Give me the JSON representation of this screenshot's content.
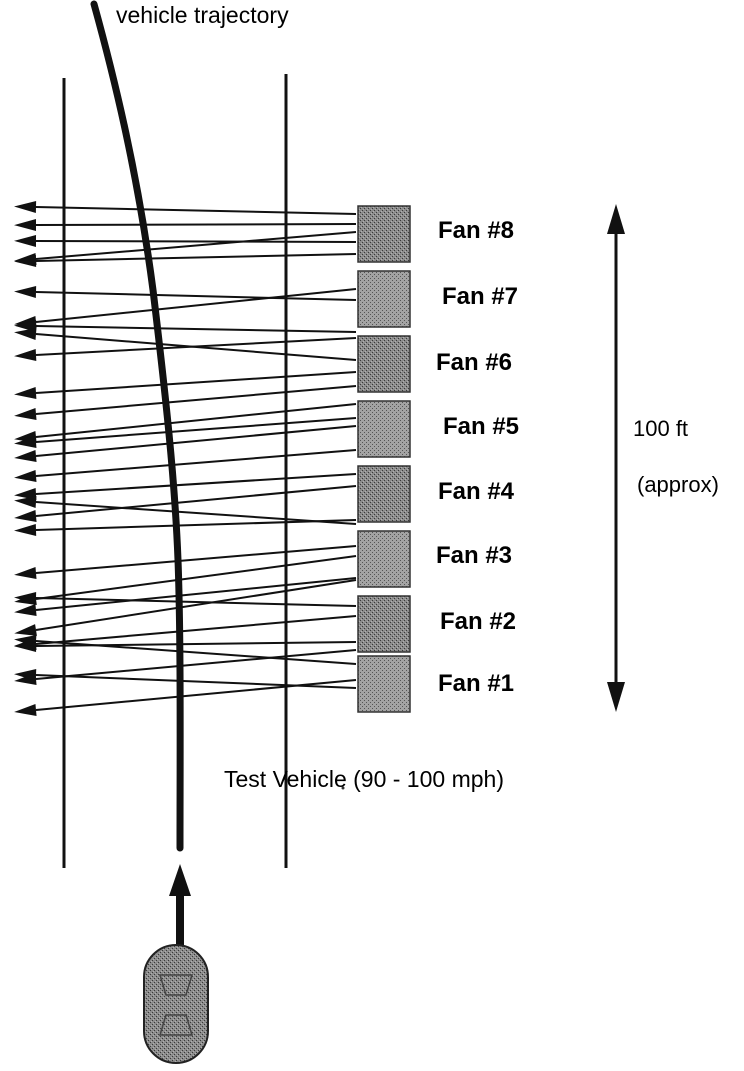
{
  "trajectory_label": "vehicle trajectory",
  "fans": [
    {
      "label": "Fan #8"
    },
    {
      "label": "Fan #7"
    },
    {
      "label": "Fan #6"
    },
    {
      "label": "Fan #5"
    },
    {
      "label": "Fan #4"
    },
    {
      "label": "Fan #3"
    },
    {
      "label": "Fan #2"
    },
    {
      "label": "Fan #1"
    }
  ],
  "distance": {
    "label": "100 ft",
    "note": "(approx)"
  },
  "vehicle_label": "Test Vehicle  (90 - 100 mph)",
  "colors": {
    "ink": "#111111",
    "fan_fill": "#6e6e6e",
    "vehicle_fill": "#8a8a8a"
  }
}
